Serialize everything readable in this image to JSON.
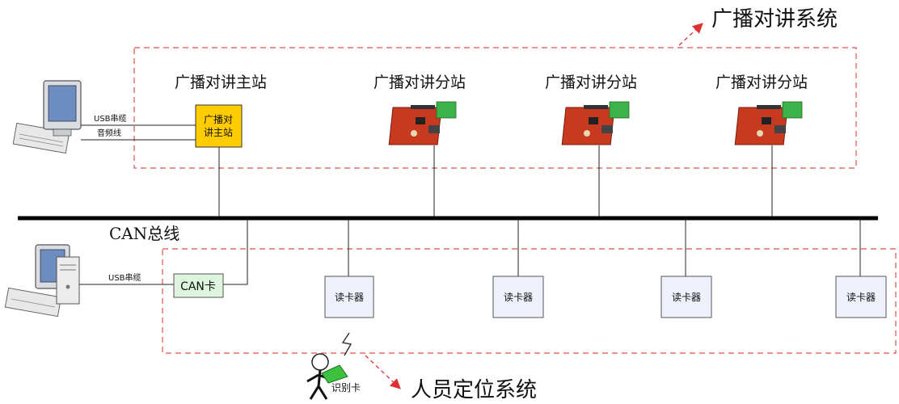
{
  "broadcast_system": {
    "label": "广播对讲系统",
    "master_station": {
      "title": "广播对讲主站",
      "box_line1": "广播对",
      "box_line2": "讲主站"
    },
    "sub_stations": [
      {
        "title": "广播对讲分站"
      },
      {
        "title": "广播对讲分站"
      },
      {
        "title": "广播对讲分站"
      }
    ],
    "pc_links": {
      "usb": "USB串缆",
      "audio": "音频线"
    }
  },
  "bus": {
    "label": "CAN总线"
  },
  "positioning_system": {
    "label": "人员定位系统",
    "can_card": "CAN卡",
    "pc_link": "USB串缆",
    "card_readers": [
      "读卡器",
      "读卡器",
      "读卡器",
      "读卡器"
    ],
    "id_card": "识别卡"
  },
  "colors": {
    "dashed_border": "#e05050",
    "arrow": "#e03030",
    "master_box": "#ffcc00",
    "can_card_box": "#ddf5dd",
    "reader_box": "#eef0fa",
    "bus": "#000000",
    "pcb": "#c83a20",
    "terminal": "#3cb24a"
  }
}
